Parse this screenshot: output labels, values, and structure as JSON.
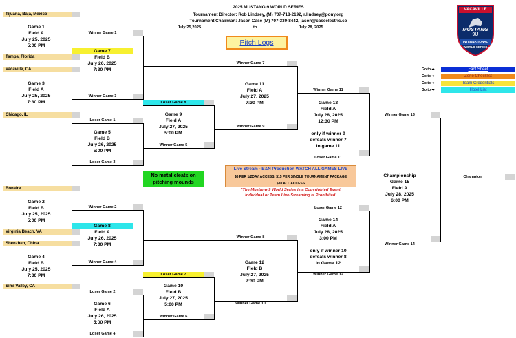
{
  "header": {
    "title": "2025 MUSTANG-9 WORLD SERIES",
    "director": "Tournament Director: Rob Lindsey, (M) 707-718-2192, r.lindsey@pony.org",
    "chairman": "Tournament Chairman: Jason Case (M) 707-330-8442, jason@caseelectric.co",
    "date_start": "July 25,2025",
    "date_to": "to",
    "date_end": "July 28, 2025"
  },
  "pitch_logs_label": "Pitch Logs",
  "logo": {
    "top": "VACAVILLE",
    "main": "MUSTANG",
    "num": "9U",
    "line1": "INTERNATIONAL",
    "line2": "WORLD SERIES"
  },
  "goto": {
    "label": "Go to ➡",
    "links": [
      "Fact Sheet",
      "Zone Checklist",
      "Team Credentials",
      "Hotel List"
    ],
    "colors": [
      "#0a2fd6",
      "#f08a1c",
      "#f7e43a",
      "#2ee6ea"
    ]
  },
  "teams": [
    "Tijuana, Baja, Mexico",
    "Tampa, Florida",
    "Vacaville, CA",
    "Chicago, IL",
    "Bonaire",
    "Virginia Beach, VA",
    "Shenzhen, China",
    "Simi Valley, CA"
  ],
  "games": {
    "g1": "Game 1\nField A\nJuly 25, 2025\n5:00 PM",
    "g3": "Game 3\nField A\nJuly 25, 2025\n7:30 PM",
    "g2": "Game 2\nField B\nJuly 25, 2025\n5:00 PM",
    "g4": "Game 4\nField B\nJuly 25, 2025\n7:30 PM",
    "g7_title": "Game 7",
    "g7": "Field B\nJuly 26, 2025\n7:30 PM",
    "g5": "Game 5\nField B\nJuly 26, 2025\n5:00 PM",
    "g8_title": "Game 8",
    "g8": "Field A\nJuly 26, 2025\n7:30 PM",
    "g6": "Game 6\nField A\nJuly 26, 2025\n5:00 PM",
    "g9": "Game 9\nField A\nJuly 27, 2025\n5:00 PM",
    "g10": "Game 10\nField B\nJuly 27, 2025\n5:00 PM",
    "g11": "Game 11\nField A\nJuly 27, 2025\n7:30 PM",
    "g12": "Game 12\nField B\nJuly 27, 2025\n7:30 PM",
    "g13": "Game 13\nField A\nJuly 28, 2025\n12:30 PM\n\nonly if winner 9\ndefeats winner 7\nin game 11",
    "g14": "Game 14\nField A\nJuly 28, 2025\n3:00 PM\n\nonly if winner 10\ndefeats winner 8\nin Game 12",
    "champ": "Championship\nGame 15\nField A\nJuly 28, 2025\n6:00 PM"
  },
  "labels": {
    "w1": "Winner Game 1",
    "w3": "Winner Game 3",
    "l1": "Loser Game 1",
    "l3": "Loser Game 3",
    "w2": "Winner Game 2",
    "w4": "Winner Game 4",
    "l2": "Loser Game 2",
    "l4": "Loser Game 4",
    "l8": "Loser Game 8",
    "w5": "Winner Game 5",
    "l7": "Loser Game 7",
    "w6": "Winner Game 6",
    "w7": "Winner Game 7",
    "w9": "Winner Game 9",
    "w8": "Winner Game 8",
    "w10": "Winner Game 10",
    "w11": "Winner Game 11",
    "l11": "Loser Game 11",
    "l12": "Loser Game 12",
    "w12": "Winner Game 12",
    "w13": "Winner Game 13",
    "w14": "Winner Game 14",
    "champion": "Champion"
  },
  "no_metal": "No metal cleats on pitching mounds",
  "stream": {
    "title": "Live Stream - B&N Production WATCH ALL GAMES LIVE",
    "price1": "$6 PER 1/2DAY ACCESS, $15 PER SINGLE TOURNAMENT PACKAGE",
    "price2": "$30 ALL ACCESS",
    "note1": "*The Mustang-9 World Series is a Copyrighted Event",
    "note2": "Individual or Team Live-Streaming is Prohibited."
  }
}
